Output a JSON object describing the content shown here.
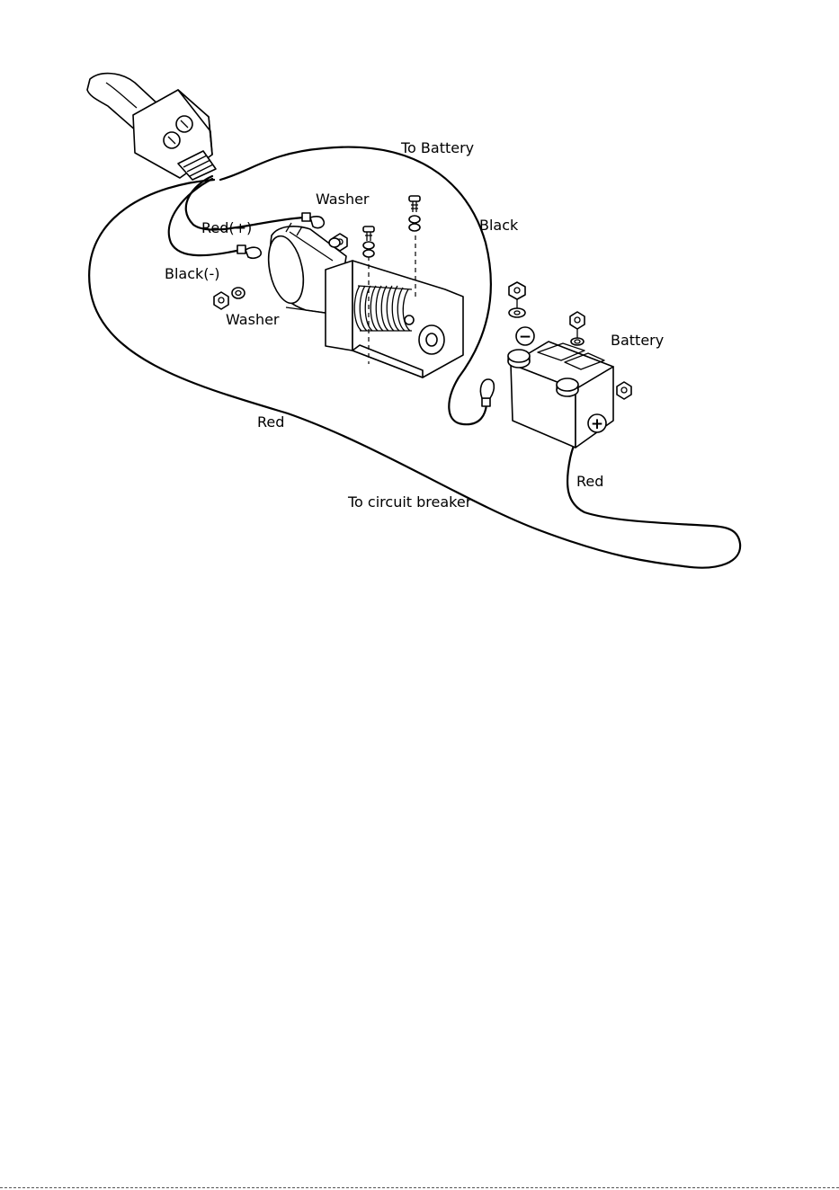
{
  "labels": {
    "to_battery": "To Battery",
    "washer_top": "Washer",
    "black_right": "Black",
    "red_plus": "Red(+)",
    "black_minus": "Black(-)",
    "washer_bottom": "Washer",
    "battery": "Battery",
    "red_loop": "Red",
    "red_battery": "Red",
    "to_circuit_breaker": "To circuit breaker"
  },
  "terminals": {
    "negative_symbol": "−",
    "positive_symbol": "+"
  },
  "icons": {
    "remote": "winch-remote-control-icon",
    "winch": "winch-motor-drum-icon",
    "battery": "car-battery-icon",
    "nut": "hex-nut-icon",
    "washer": "washer-icon",
    "bolt": "bolt-icon",
    "ring_terminal": "ring-terminal-icon"
  },
  "colors": {
    "line": "#000000",
    "background": "#ffffff"
  }
}
